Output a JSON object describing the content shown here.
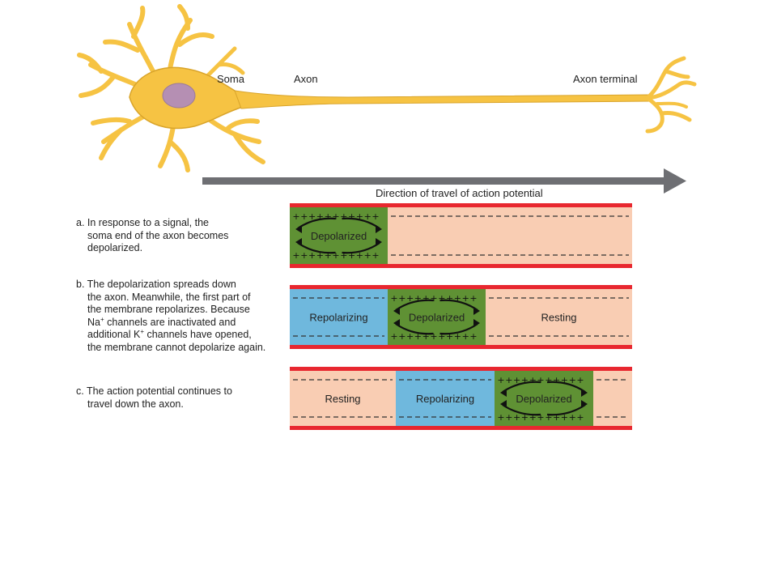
{
  "neuron": {
    "soma_label": "Soma",
    "axon_label": "Axon",
    "terminal_label": "Axon terminal",
    "direction_label": "Direction of travel of action potential"
  },
  "colors": {
    "neuron_fill": "#f6c343",
    "neuron_stroke": "#d9a42a",
    "nucleus": "#b58fb3",
    "membrane": "#e8272f",
    "resting": "#f9cdb3",
    "depolarized": "#5f9134",
    "repolarizing": "#6fb8dd",
    "arrow": "#6e6f73"
  },
  "panels": [
    {
      "text_lines": [
        "a. In response to a signal, the",
        "soma end of the axon becomes",
        "depolarized."
      ],
      "zones": [
        {
          "state": "depolarized",
          "label": "Depolarized"
        },
        {
          "state": "resting",
          "label": ""
        }
      ]
    },
    {
      "text_lines": [
        "b. The depolarization spreads down",
        "the axon. Meanwhile, the first part of",
        "the membrane repolarizes. Because",
        "channels are inactivated and",
        "channels have opened,",
        "the membrane cannot depolarize again."
      ],
      "ion_na": "Na",
      "ion_k_prefix": "additional K",
      "ion_charge": "+",
      "zones": [
        {
          "state": "repolarizing",
          "label": "Repolarizing"
        },
        {
          "state": "depolarized",
          "label": "Depolarized"
        },
        {
          "state": "resting",
          "label": "Resting"
        }
      ]
    },
    {
      "text_lines": [
        "c. The action potential continues to",
        "travel down the axon."
      ],
      "zones": [
        {
          "state": "resting",
          "label": "Resting"
        },
        {
          "state": "repolarizing",
          "label": "Repolarizing"
        },
        {
          "state": "depolarized",
          "label": "Depolarized"
        },
        {
          "state": "resting",
          "label": ""
        }
      ]
    }
  ]
}
